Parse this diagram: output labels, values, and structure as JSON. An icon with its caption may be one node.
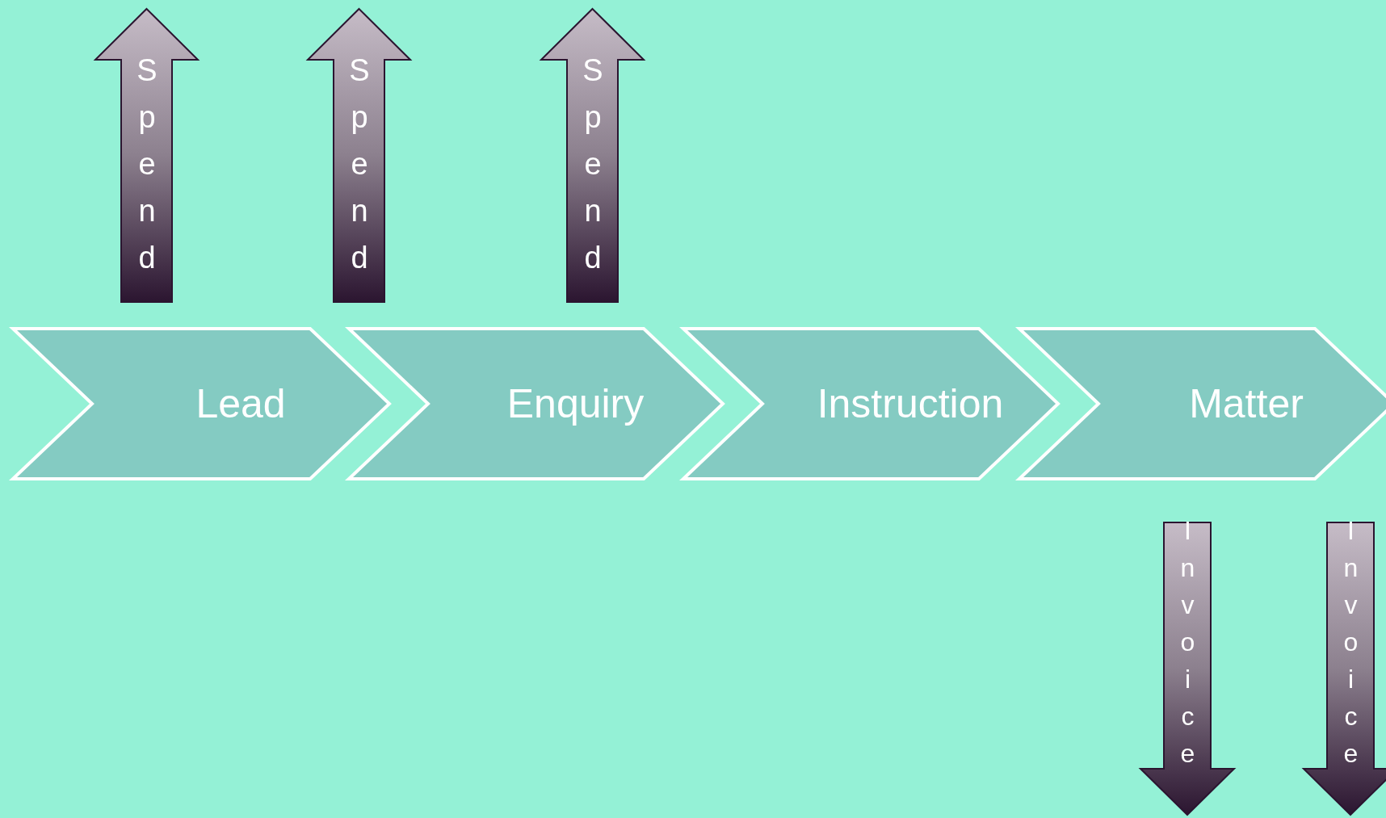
{
  "diagram": {
    "nodes": [
      {
        "text": [
          "Lead"
        ]
      },
      {
        "text": [
          "Enquiry"
        ]
      },
      {
        "text": [
          "Instruction"
        ]
      },
      {
        "text": [
          "Matter"
        ]
      },
      {
        "text": [
          "Spend"
        ]
      },
      {
        "text": [
          "Spend"
        ]
      },
      {
        "text": [
          "Spend"
        ]
      },
      {
        "text": [
          "Invoice"
        ]
      },
      {
        "text": [
          "Invoice"
        ]
      }
    ]
  }
}
